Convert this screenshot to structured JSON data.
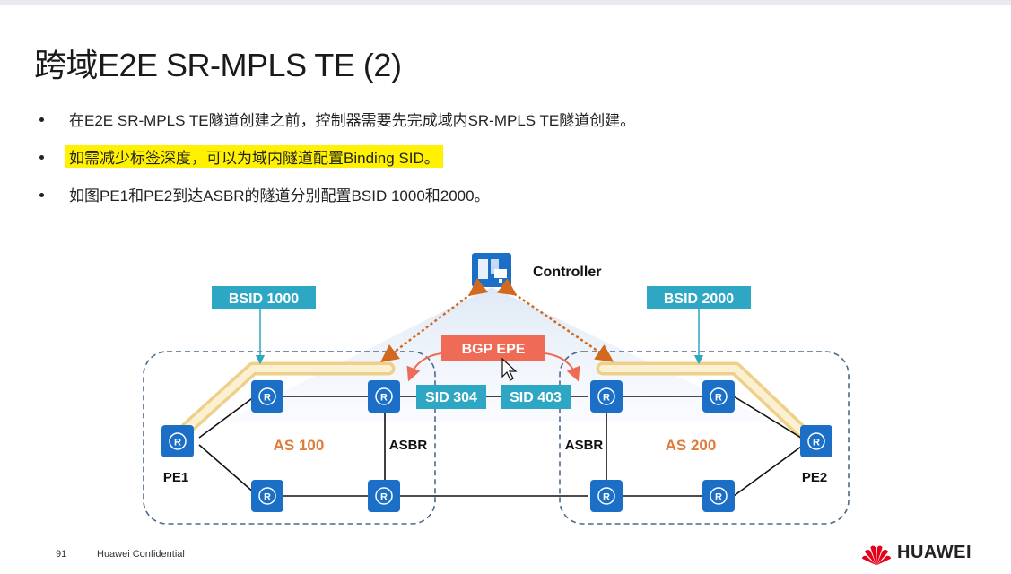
{
  "slide": {
    "title": "跨域E2E SR-MPLS TE (2)",
    "bullets": [
      {
        "text": "在E2E SR-MPLS TE隧道创建之前，控制器需要先完成域内SR-MPLS TE隧道创建。",
        "highlight": false
      },
      {
        "text": "如需减少标签深度，可以为域内隧道配置Binding SID。",
        "highlight": true
      },
      {
        "text": "如图PE1和PE2到达ASBR的隧道分别配置BSID 1000和2000。",
        "highlight": false
      }
    ],
    "page_number": "91",
    "confidential": "Huawei Confidential",
    "brand": "HUAWEI"
  },
  "diagram": {
    "controller_label": "Controller",
    "bsid_left": "BSID 1000",
    "bsid_right": "BSID 2000",
    "bgp_epe": "BGP EPE",
    "sid_left": "SID 304",
    "sid_right": "SID 403",
    "as_left": "AS 100",
    "as_right": "AS 200",
    "asbr_left": "ASBR",
    "asbr_right": "ASBR",
    "pe_left": "PE1",
    "pe_right": "PE2",
    "router_glyph": "R",
    "colors": {
      "teal_label": "#2ea7c4",
      "bgp_epe": "#f06b55",
      "as_text": "#e07b39",
      "router": "#1b6fc7",
      "tunnel": "#f5e2a8",
      "dotted_arrow": "#d2691e"
    }
  }
}
